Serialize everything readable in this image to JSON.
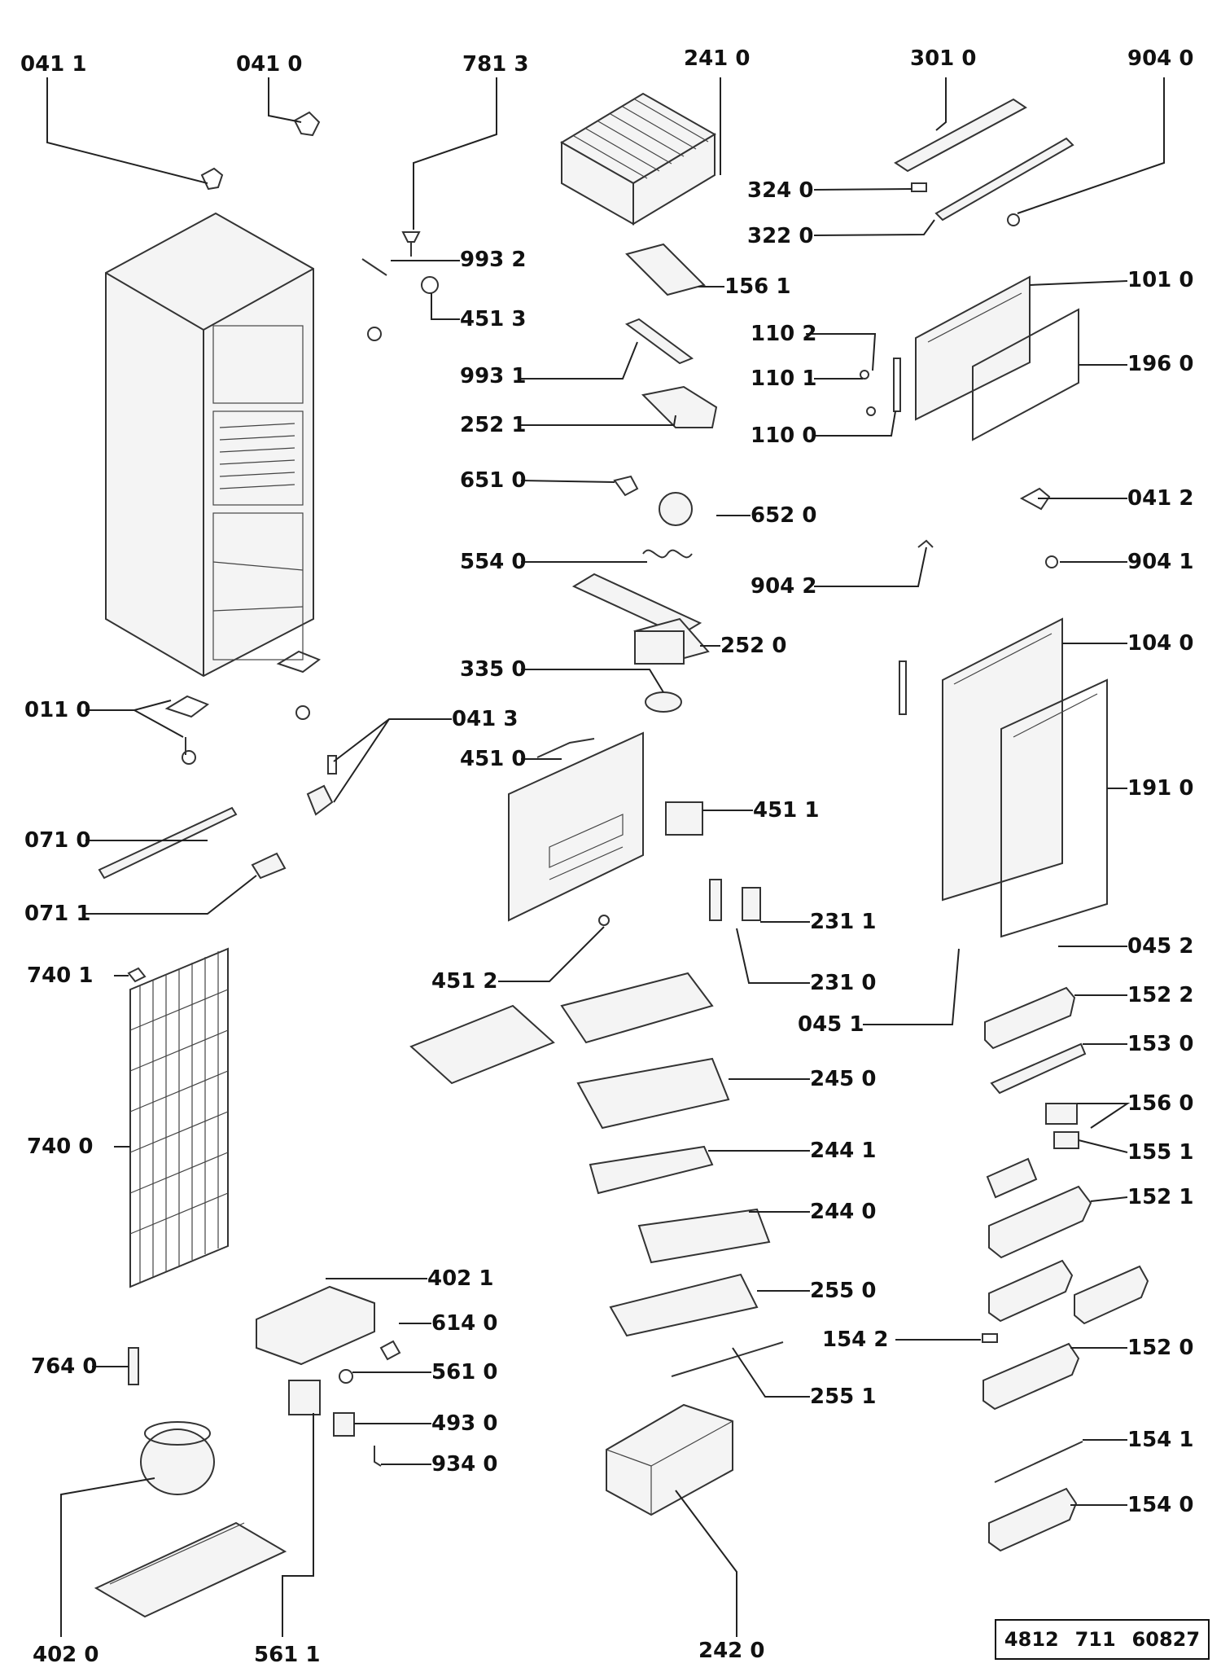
{
  "parts": [
    {
      "id": "p0411",
      "label": "041 1"
    },
    {
      "id": "p0410",
      "label": "041 0"
    },
    {
      "id": "p7813",
      "label": "781 3"
    },
    {
      "id": "p2410",
      "label": "241 0"
    },
    {
      "id": "p3010",
      "label": "301 0"
    },
    {
      "id": "p9040",
      "label": "904 0"
    },
    {
      "id": "p3240",
      "label": "324 0"
    },
    {
      "id": "p3220",
      "label": "322 0"
    },
    {
      "id": "p9932",
      "label": "993 2"
    },
    {
      "id": "p1561",
      "label": "156 1"
    },
    {
      "id": "p1010",
      "label": "101 0"
    },
    {
      "id": "p4513",
      "label": "451 3"
    },
    {
      "id": "p1102",
      "label": "110 2"
    },
    {
      "id": "p1960",
      "label": "196 0"
    },
    {
      "id": "p9931",
      "label": "993 1"
    },
    {
      "id": "p1101",
      "label": "110 1"
    },
    {
      "id": "p2521",
      "label": "252 1"
    },
    {
      "id": "p1100",
      "label": "110 0"
    },
    {
      "id": "p6510",
      "label": "651 0"
    },
    {
      "id": "p0412",
      "label": "041 2"
    },
    {
      "id": "p6520",
      "label": "652 0"
    },
    {
      "id": "p5540",
      "label": "554 0"
    },
    {
      "id": "p9041",
      "label": "904 1"
    },
    {
      "id": "p9042",
      "label": "904 2"
    },
    {
      "id": "p2520",
      "label": "252 0"
    },
    {
      "id": "p1040",
      "label": "104 0"
    },
    {
      "id": "p3350",
      "label": "335 0"
    },
    {
      "id": "p0110",
      "label": "011 0"
    },
    {
      "id": "p0413",
      "label": "041 3"
    },
    {
      "id": "p4510",
      "label": "451 0"
    },
    {
      "id": "p1910",
      "label": "191 0"
    },
    {
      "id": "p4511",
      "label": "451 1"
    },
    {
      "id": "p0710",
      "label": "071 0"
    },
    {
      "id": "p0711",
      "label": "071 1"
    },
    {
      "id": "p2311",
      "label": "231 1"
    },
    {
      "id": "p0452",
      "label": "045 2"
    },
    {
      "id": "p7401",
      "label": "740 1"
    },
    {
      "id": "p4512",
      "label": "451 2"
    },
    {
      "id": "p2310",
      "label": "231 0"
    },
    {
      "id": "p1522",
      "label": "152 2"
    },
    {
      "id": "p0451",
      "label": "045 1"
    },
    {
      "id": "p1530",
      "label": "153 0"
    },
    {
      "id": "p2450",
      "label": "245 0"
    },
    {
      "id": "p1560",
      "label": "156 0"
    },
    {
      "id": "p7400",
      "label": "740 0"
    },
    {
      "id": "p2441",
      "label": "244 1"
    },
    {
      "id": "p1551",
      "label": "155 1"
    },
    {
      "id": "p1521",
      "label": "152 1"
    },
    {
      "id": "p2440",
      "label": "244 0"
    },
    {
      "id": "p4021",
      "label": "402 1"
    },
    {
      "id": "p2550",
      "label": "255 0"
    },
    {
      "id": "p6140",
      "label": "614 0"
    },
    {
      "id": "p1542",
      "label": "154 2"
    },
    {
      "id": "p1520",
      "label": "152 0"
    },
    {
      "id": "p7640",
      "label": "764 0"
    },
    {
      "id": "p5610",
      "label": "561 0"
    },
    {
      "id": "p2551",
      "label": "255 1"
    },
    {
      "id": "p4930",
      "label": "493 0"
    },
    {
      "id": "p1541",
      "label": "154 1"
    },
    {
      "id": "p9340",
      "label": "934 0"
    },
    {
      "id": "p1540",
      "label": "154 0"
    },
    {
      "id": "p4020",
      "label": "402 0"
    },
    {
      "id": "p5611",
      "label": "561 1"
    },
    {
      "id": "p2420",
      "label": "242 0"
    }
  ],
  "doc_number": {
    "a": "4812",
    "b": "711",
    "c": "60827"
  }
}
